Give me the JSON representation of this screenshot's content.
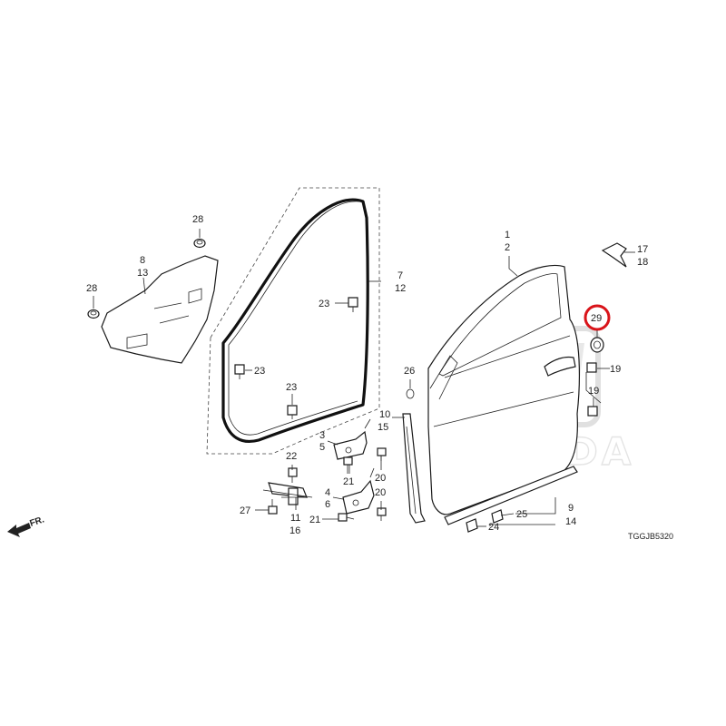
{
  "diagram": {
    "code": "TGGJB5320",
    "brand_watermark": "HONDA",
    "direction_label": "FR.",
    "highlight_color": "#d9141a",
    "callouts": [
      {
        "id": "c1",
        "text": "1"
      },
      {
        "id": "c2",
        "text": "2"
      },
      {
        "id": "c3",
        "text": "3"
      },
      {
        "id": "c4",
        "text": "4"
      },
      {
        "id": "c5",
        "text": "5"
      },
      {
        "id": "c6",
        "text": "6"
      },
      {
        "id": "c7",
        "text": "7"
      },
      {
        "id": "c8",
        "text": "8"
      },
      {
        "id": "c9",
        "text": "9"
      },
      {
        "id": "c10",
        "text": "10"
      },
      {
        "id": "c11",
        "text": "11"
      },
      {
        "id": "c12",
        "text": "12"
      },
      {
        "id": "c13",
        "text": "13"
      },
      {
        "id": "c14",
        "text": "14"
      },
      {
        "id": "c15",
        "text": "15"
      },
      {
        "id": "c16",
        "text": "16"
      },
      {
        "id": "c17",
        "text": "17"
      },
      {
        "id": "c18",
        "text": "18"
      },
      {
        "id": "c19a",
        "text": "19"
      },
      {
        "id": "c19b",
        "text": "19"
      },
      {
        "id": "c20a",
        "text": "20"
      },
      {
        "id": "c20b",
        "text": "20"
      },
      {
        "id": "c21a",
        "text": "21"
      },
      {
        "id": "c21b",
        "text": "21"
      },
      {
        "id": "c22",
        "text": "22"
      },
      {
        "id": "c23a",
        "text": "23"
      },
      {
        "id": "c23b",
        "text": "23"
      },
      {
        "id": "c23c",
        "text": "23"
      },
      {
        "id": "c24",
        "text": "24"
      },
      {
        "id": "c25",
        "text": "25"
      },
      {
        "id": "c26",
        "text": "26"
      },
      {
        "id": "c27",
        "text": "27"
      },
      {
        "id": "c28a",
        "text": "28"
      },
      {
        "id": "c28b",
        "text": "28"
      },
      {
        "id": "c29",
        "text": "29"
      }
    ]
  }
}
